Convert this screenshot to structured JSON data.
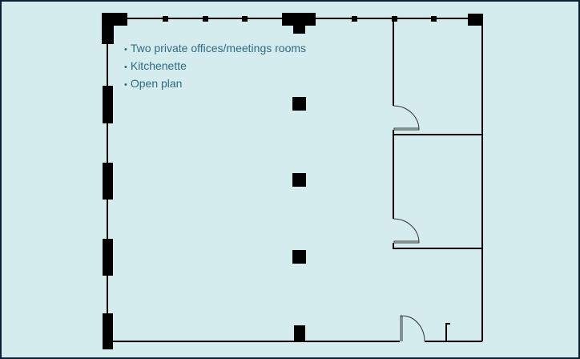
{
  "features": [
    "Two private offices/meetings rooms",
    "Kitchenette",
    "Open plan"
  ],
  "colors": {
    "background": "#d4ecee",
    "frame": "#0b2233",
    "text": "#2f6a83",
    "walls": "#000000"
  }
}
